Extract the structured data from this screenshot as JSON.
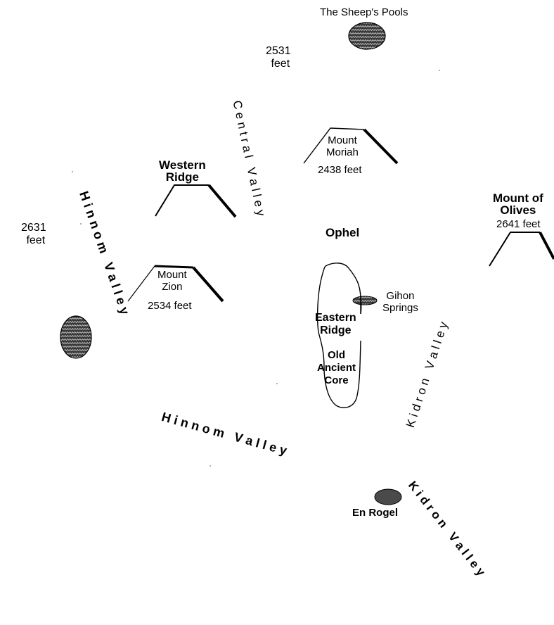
{
  "labels": {
    "sheeps_pools": "The Sheep's Pools",
    "elev_2531": [
      "2531",
      "feet"
    ],
    "elev_2631": [
      "2631",
      "feet"
    ],
    "western_ridge": [
      "Western",
      "Ridge"
    ],
    "mount_moriah": [
      "Mount",
      "Moriah"
    ],
    "moriah_elev": "2438 feet",
    "mount_zion": [
      "Mount",
      "Zion"
    ],
    "zion_elev": "2534 feet",
    "ophel": "Ophel",
    "mount_of_olives": [
      "Mount of",
      "Olives"
    ],
    "olives_elev": "2641 feet",
    "gihon_springs": [
      "Gihon",
      "Springs"
    ],
    "eastern_ridge": [
      "Eastern",
      "Ridge"
    ],
    "old_ancient_core": [
      "Old",
      "Ancient",
      "Core"
    ],
    "en_rogel": "En Rogel",
    "central_valley": "C e n t r a l   V a l l e y",
    "hinnom_valley_west": "H i n n o m   V a l l e y",
    "hinnom_valley_south": "H i n n o m   V a l l e y",
    "kidron_valley_east": "K i d r o n   V a l l e y",
    "kidron_valley_south": "K i d r o n   V a l l e y"
  },
  "colors": {
    "ink": "#000000",
    "pool_fill": "#4a4a4a",
    "pool_hatch": "#cfcfcf"
  }
}
